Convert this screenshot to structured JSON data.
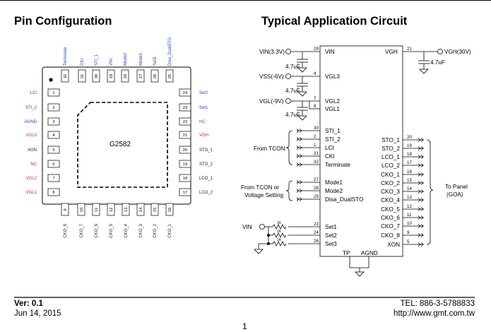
{
  "pin_section": {
    "title": "Pin Configuration",
    "chip_name": "G2582",
    "top_pins": [
      {
        "num": "32",
        "label": "Terminate",
        "color": "#1f3fd6"
      },
      {
        "num": "31",
        "label": "CKI",
        "color": "#1f3fd6"
      },
      {
        "num": "30",
        "label": "STI_1",
        "color": "#1f3fd6"
      },
      {
        "num": "29",
        "label": "VIN",
        "color": "#1f3fd6"
      },
      {
        "num": "28",
        "label": "Mode2",
        "color": "#1f3fd6"
      },
      {
        "num": "27",
        "label": "Mode1",
        "color": "#1f3fd6"
      },
      {
        "num": "26",
        "label": "Set3",
        "color": "#1f3fd6"
      },
      {
        "num": "25",
        "label": "Disa_DualSTO",
        "color": "#1f3fd6"
      }
    ],
    "left_pins": [
      {
        "num": "1",
        "label": "LCI",
        "color": "#1f3fd6"
      },
      {
        "num": "2",
        "label": "STI_2",
        "color": "#1f3fd6"
      },
      {
        "num": "3",
        "label": "AGND",
        "color": "#1f3fd6"
      },
      {
        "num": "4",
        "label": "VGL3",
        "color": "#c0282d"
      },
      {
        "num": "5",
        "label": "XON",
        "color": "#222222"
      },
      {
        "num": "6",
        "label": "NC",
        "color": "#c0282d"
      },
      {
        "num": "7",
        "label": "VGL2",
        "color": "#c0282d"
      },
      {
        "num": "8",
        "label": "VGL1",
        "color": "#c0282d"
      }
    ],
    "bottom_pins": [
      {
        "num": "9",
        "label": "CKO_8",
        "color": "#222222"
      },
      {
        "num": "10",
        "label": "CKO_7",
        "color": "#222222"
      },
      {
        "num": "11",
        "label": "CKO_6",
        "color": "#222222"
      },
      {
        "num": "12",
        "label": "CKO_5",
        "color": "#222222"
      },
      {
        "num": "13",
        "label": "CKO_4",
        "color": "#222222"
      },
      {
        "num": "14",
        "label": "CKO_3",
        "color": "#222222"
      },
      {
        "num": "15",
        "label": "CKO_2",
        "color": "#222222"
      },
      {
        "num": "16",
        "label": "CKO_1",
        "color": "#222222"
      }
    ],
    "right_pins": [
      {
        "num": "24",
        "label": "Set2",
        "color": "#1f3fd6"
      },
      {
        "num": "23",
        "label": "Set1",
        "color": "#1f3fd6"
      },
      {
        "num": "22",
        "label": "NC",
        "color": "#c0282d"
      },
      {
        "num": "21",
        "label": "VGH",
        "color": "#c0282d"
      },
      {
        "num": "20",
        "label": "STO_1",
        "color": "#222222"
      },
      {
        "num": "19",
        "label": "STO_2",
        "color": "#222222"
      },
      {
        "num": "18",
        "label": "LCO_1",
        "color": "#222222"
      },
      {
        "num": "17",
        "label": "LCO_2",
        "color": "#222222"
      }
    ]
  },
  "app_section": {
    "title": "Typical Application Circuit",
    "supplies": [
      {
        "label": "VIN(3.3V)",
        "pin": "29",
        "ic_label": "VIN",
        "cap": "4.7uF"
      },
      {
        "label": "VSS(-6V)",
        "pin": "4",
        "ic_label": "VGL3",
        "cap": "4.7uF"
      },
      {
        "label": "VGL(-9V)",
        "pins": [
          "7",
          "8"
        ],
        "ic_labels": [
          "VGL2",
          "VGL1"
        ],
        "cap": "4.7uF"
      }
    ],
    "vgh": {
      "ic_label": "VGH",
      "pin": "21",
      "label": "VGH(30V)",
      "cap": "4.7uF"
    },
    "tcon_group": {
      "label": "From TCON",
      "pins": [
        {
          "num": "30",
          "label": "STI_1"
        },
        {
          "num": "2",
          "label": "STI_2"
        },
        {
          "num": "1",
          "label": "LCI"
        },
        {
          "num": "31",
          "label": "CKI"
        },
        {
          "num": "32",
          "label": "Terminate"
        }
      ]
    },
    "mode_group": {
      "label_line1": "From TCON or",
      "label_line2": "Voltage Setting",
      "pins": [
        {
          "num": "27",
          "label": "Mode1"
        },
        {
          "num": "28",
          "label": "Mode2"
        },
        {
          "num": "25",
          "label": "Disa_DualSTO"
        }
      ]
    },
    "set_group": {
      "vin_label": "VIN",
      "resistor": "1K",
      "pins": [
        {
          "num": "23",
          "label": "Set1"
        },
        {
          "num": "24",
          "label": "Set2"
        },
        {
          "num": "26",
          "label": "Set3"
        }
      ]
    },
    "outputs": [
      {
        "num": "20",
        "label": "STO_1"
      },
      {
        "num": "19",
        "label": "STO_2"
      },
      {
        "num": "18",
        "label": "LCO_1"
      },
      {
        "num": "17",
        "label": "LCO_2"
      },
      {
        "num": "16",
        "label": "CKO_1"
      },
      {
        "num": "15",
        "label": "CKO_2"
      },
      {
        "num": "14",
        "label": "CKO_3"
      },
      {
        "num": "13",
        "label": "CKO_4"
      },
      {
        "num": "12",
        "label": "CKO_5"
      },
      {
        "num": "11",
        "label": "CKO_6"
      },
      {
        "num": "10",
        "label": "CKO_7"
      },
      {
        "num": "9",
        "label": "CKO_8"
      },
      {
        "num": "5",
        "label": "XON"
      }
    ],
    "to_panel_line1": "To Panel",
    "to_panel_line2": "(GOA)",
    "bottom_pins": {
      "tp": "TP",
      "agnd": "AGND"
    }
  },
  "footer": {
    "version": "Ver: 0.1",
    "date": "Jun 14, 2015",
    "page": "1",
    "tel": "TEL: 886-3-5788833",
    "url": "http://www.gmt.com.tw"
  }
}
